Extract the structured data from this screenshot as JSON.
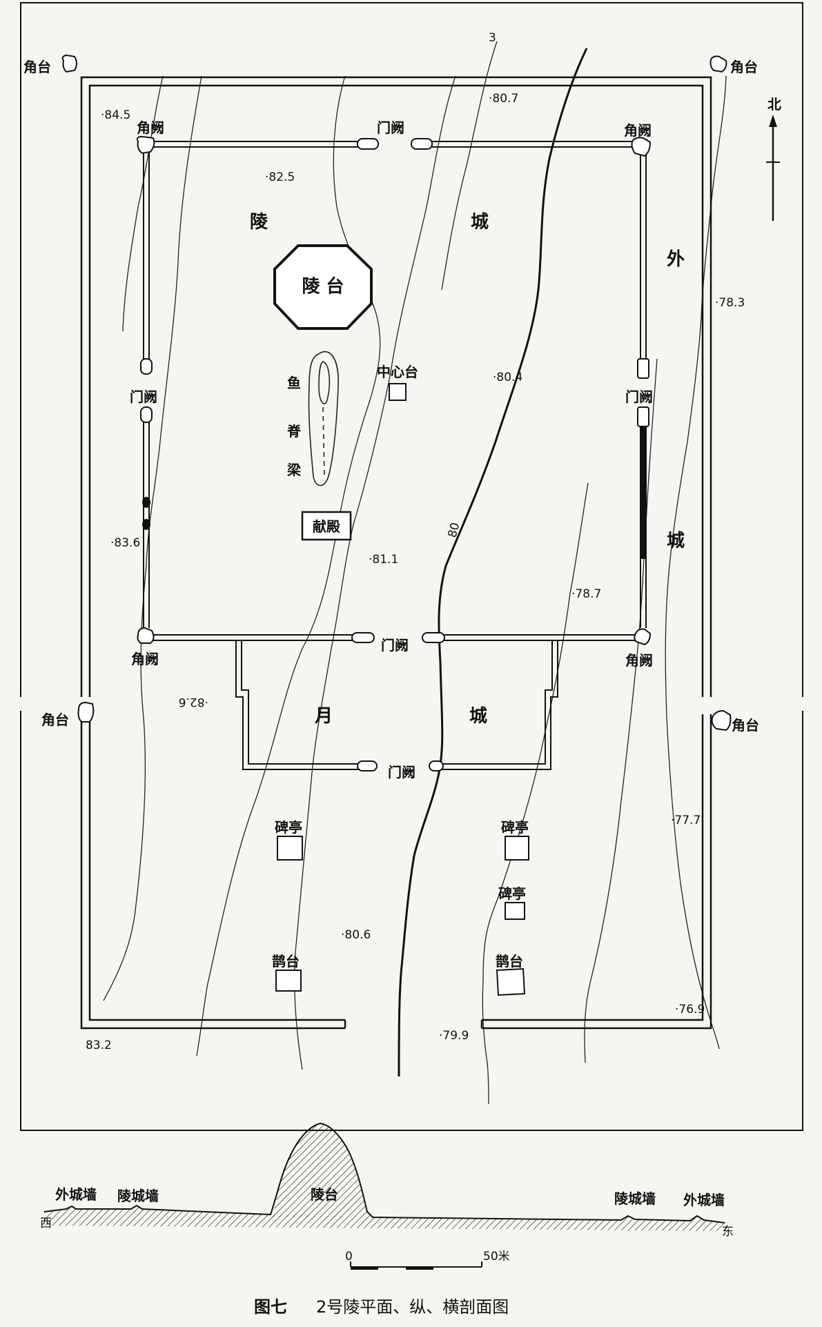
{
  "plan": {
    "corner_tower": "角台",
    "corner_que": "角阙",
    "gate_que": "门阙",
    "north": "北",
    "mausoleum_city": [
      "陵",
      "城"
    ],
    "outer_city": [
      "外",
      "城"
    ],
    "moon_city": [
      "月",
      "城"
    ],
    "mound": "陵 台",
    "center_platform": "中心台",
    "fish_ridge": [
      "鱼",
      "脊",
      "梁"
    ],
    "offering_hall": "献殿",
    "stele_pavilion": "碑亭",
    "que_platform": "鹊台",
    "contour_80": "80",
    "contour_3": "3",
    "elevations": {
      "e845": "·84.5",
      "e807": "·80.7",
      "e825": "·82.5",
      "e783": "·78.3",
      "e804": "·80.4",
      "e836": "·83.6",
      "e811": "·81.1",
      "e787": "·78.7",
      "e826": "·82.6",
      "e777": "·77.7",
      "e806": "·80.6",
      "e769": "·76.9",
      "e832": "83.2",
      "e799": "·79.9"
    }
  },
  "section": {
    "outer_wall": "外城墙",
    "mausoleum_wall": "陵城墙",
    "mound": "陵台",
    "west": "西",
    "east": "东"
  },
  "scale": {
    "zero": "0",
    "fifty": "50米"
  },
  "caption": {
    "number": "图七",
    "text": "2号陵平面、纵、横剖面图"
  }
}
